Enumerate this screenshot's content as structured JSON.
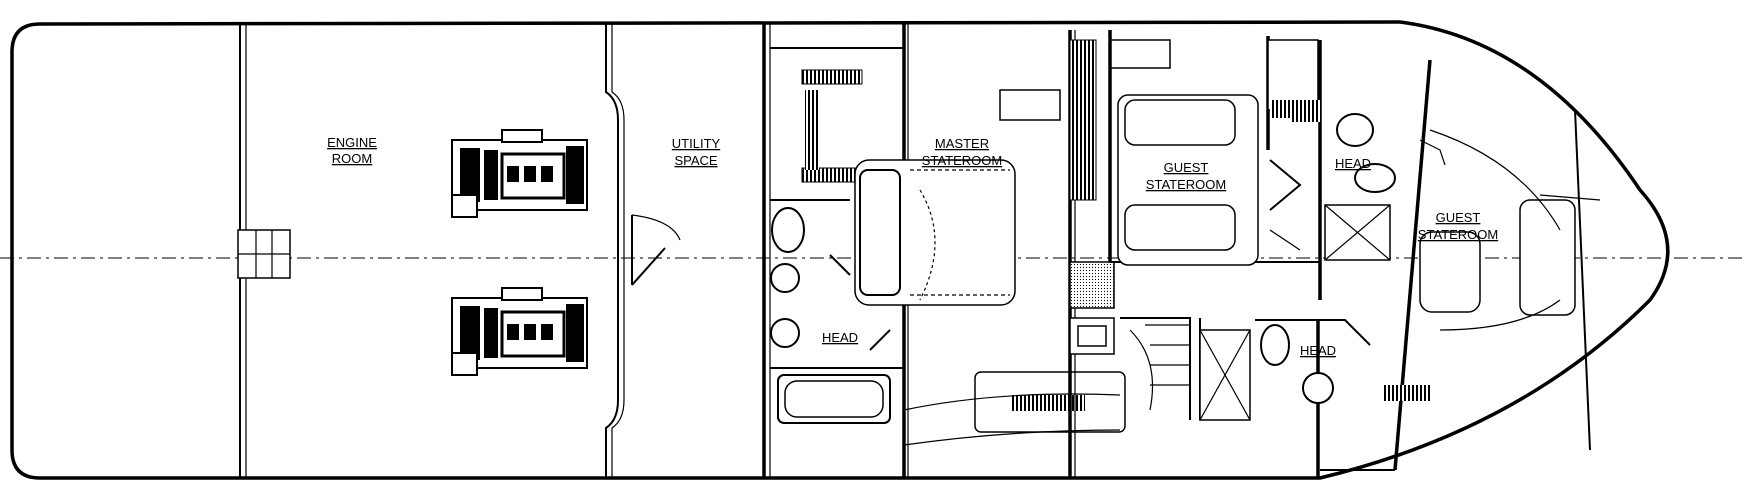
{
  "labels": {
    "engine_room": [
      "ENGINE",
      "ROOM"
    ],
    "utility_space": [
      "UTILITY",
      "SPACE"
    ],
    "master_stateroom": [
      "MASTER",
      "STATEROOM"
    ],
    "guest_stateroom_1": [
      "GUEST",
      "STATEROOM"
    ],
    "guest_stateroom_2": [
      "GUEST",
      "STATEROOM"
    ],
    "head_aft": "HEAD",
    "head_fwd_upper": "HEAD",
    "head_fwd_lower": "HEAD"
  },
  "colors": {
    "line": "#000000",
    "background": "#ffffff"
  }
}
